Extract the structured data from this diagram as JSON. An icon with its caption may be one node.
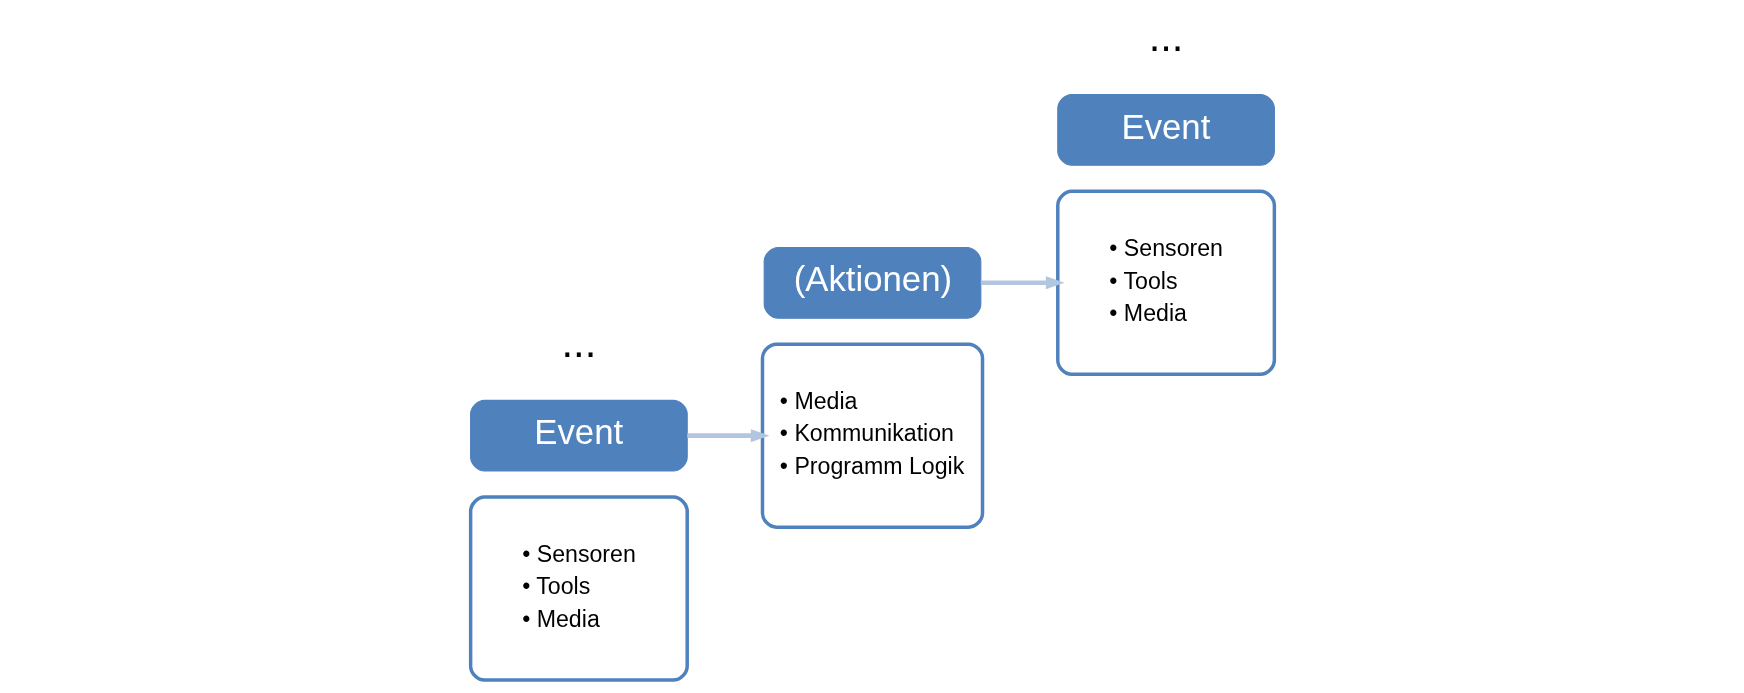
{
  "diagram": {
    "nodes": [
      {
        "text": [
          "• Sensoren",
          "• Tools",
          "• Media"
        ]
      },
      {
        "text": [
          "Event"
        ]
      },
      {
        "text": [
          "• Media",
          "• Kommunikation",
          "• Programm Logik"
        ]
      },
      {
        "text": [
          "(Aktionen)"
        ]
      },
      {
        "text": [
          "• Sensoren",
          "• Tools",
          "• Media"
        ]
      },
      {
        "text": [
          "Event"
        ]
      }
    ],
    "edges": [
      {
        "from": 1,
        "to": 2,
        "arrow": "to"
      },
      {
        "from": 3,
        "to": 4,
        "arrow": "to"
      }
    ],
    "labels": [
      "...",
      "..."
    ]
  }
}
